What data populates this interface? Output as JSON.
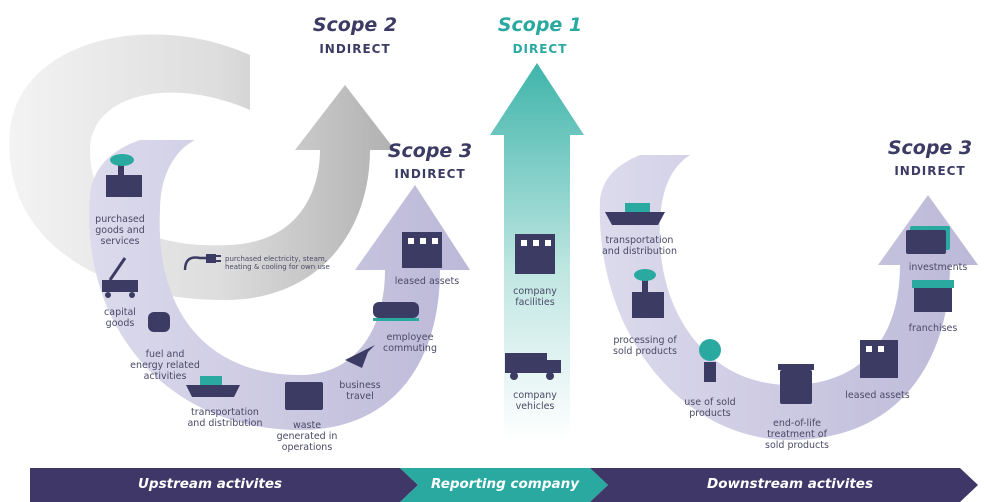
{
  "scopes": {
    "scope2": {
      "title": "Scope 2",
      "subtitle": "INDIRECT"
    },
    "scope1": {
      "title": "Scope 1",
      "subtitle": "DIRECT"
    },
    "scope3_upstream": {
      "title": "Scope 3",
      "subtitle": "INDIRECT"
    },
    "scope3_downstream": {
      "title": "Scope 3",
      "subtitle": "INDIRECT"
    }
  },
  "upstream_items": {
    "purchased_goods": "purchased\ngoods and\nservices",
    "capital_goods": "capital\ngoods",
    "fuel_energy": "fuel and\nenergy related\nactivities",
    "transportation": "transportation\nand distribution",
    "waste": "waste\ngenerated in\noperations",
    "business_travel": "business\ntravel",
    "employee_commuting": "employee\ncommuting",
    "leased_assets": "leased assets"
  },
  "scope2_items": {
    "purchased_electricity": "purchased electricity, steam,\nheating & cooling for own use"
  },
  "company_items": {
    "facilities": "company\nfacilities",
    "vehicles": "company\nvehicles"
  },
  "downstream_items": {
    "transportation": "transportation\nand distribution",
    "processing": "processing of\nsold products",
    "use": "use of sold\nproducts",
    "end_of_life": "end-of-life\ntreatment of\nsold products",
    "leased_assets": "leased assets",
    "franchises": "franchises",
    "investments": "investments"
  },
  "bottom_band": {
    "upstream": "Upstream activites",
    "reporting": "Reporting company",
    "downstream": "Downstream activites"
  },
  "colors": {
    "navy": "#3b3b63",
    "teal": "#2aa9a0",
    "lavender": "#cfcce3",
    "gray": "#bdbdbd",
    "purple_band": "#3e3768"
  }
}
